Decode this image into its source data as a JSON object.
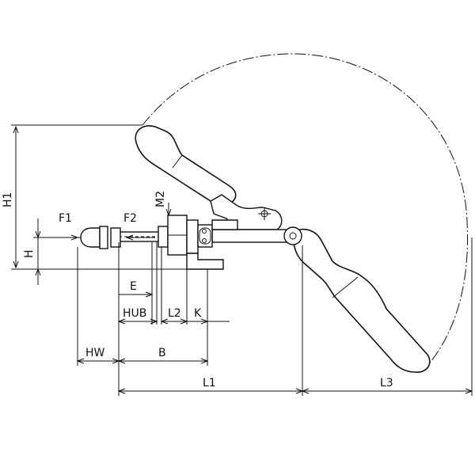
{
  "labels": {
    "h1": "H1",
    "h": "H",
    "f1": "F1",
    "f2": "F2",
    "m2": "M2",
    "e": "E",
    "hub": "HUB",
    "l2": "L2",
    "k": "K",
    "hw": "HW",
    "b": "B",
    "l1": "L1",
    "l3": "L3"
  }
}
